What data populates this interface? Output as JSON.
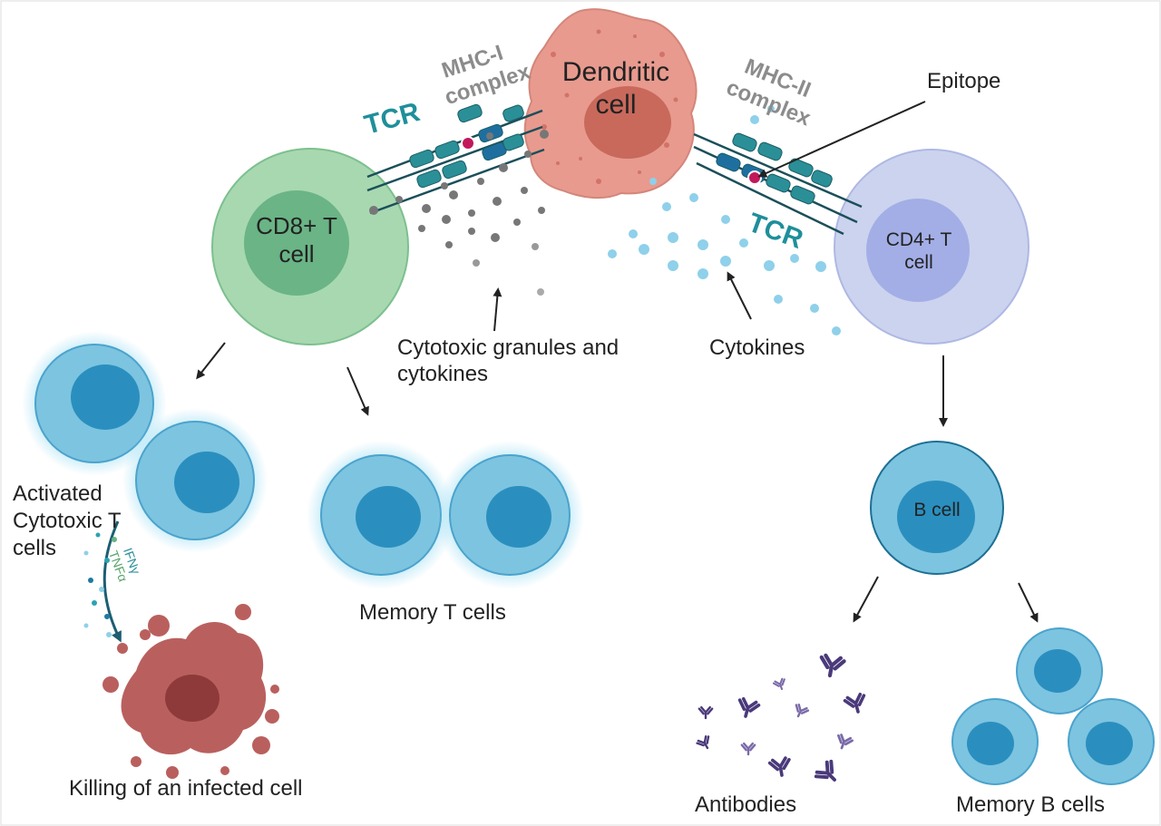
{
  "labels": {
    "dendritic_cell": [
      "Dendritic",
      "cell"
    ],
    "mhc1": [
      "MHC-I",
      "complex"
    ],
    "mhc2": [
      "MHC-II",
      "complex"
    ],
    "tcr_left": "TCR",
    "tcr_right": "TCR",
    "epitope": "Epitope",
    "cd8": [
      "CD8+ T",
      "cell"
    ],
    "cd4": [
      "CD4+ T",
      "cell"
    ],
    "granules": [
      "Cytotoxic granules and",
      "cytokines"
    ],
    "cytokines": "Cytokines",
    "activated": [
      "Activated",
      "Cytotoxic T",
      "cells"
    ],
    "ifn": "IFNγ",
    "tnf": "TNFα",
    "memory_t": "Memory T cells",
    "killing": "Killing of an infected cell",
    "b_cell": "B cell",
    "antibodies": "Antibodies",
    "memory_b": "Memory B cells"
  },
  "colors": {
    "dendritic": "#e89a8e",
    "dendritic_nucleus": "#c8695c",
    "cd8_outer": "#a8d8b0",
    "cd8_inner": "#6ab485",
    "cd4_outer": "#ccd3ee",
    "cd4_inner": "#a3aee6",
    "blue_cell": "#7dc4e0",
    "blue_nucleus": "#2a8fbf",
    "infected": "#b9605e",
    "antibody": "#4a3a7a",
    "receptor": "#2b8f97",
    "tcr_text": "#1f8f9a",
    "mhc_text": "#8c8c8c"
  },
  "icons": [
    "dendritic-cell",
    "cd8-t-cell",
    "cd4-t-cell",
    "activated-t-cell",
    "memory-t-cell",
    "infected-cell",
    "b-cell",
    "memory-b-cell",
    "antibody",
    "mhc-tcr-complex",
    "arrow"
  ]
}
